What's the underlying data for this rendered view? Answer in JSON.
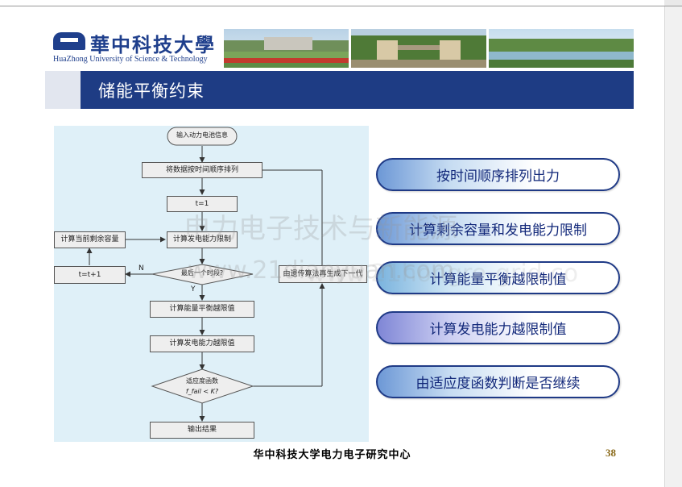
{
  "header": {
    "university_cn": "華中科技大學",
    "university_en": "HuaZhong University of Science & Technology",
    "slide_title": "储能平衡约束"
  },
  "flowchart": {
    "nodes": {
      "input": "输入动力电池信息",
      "sort": "将数据按时间顺序排列",
      "init": "t=1",
      "calc_gen": "计算发电能力限制",
      "calc_remain": "计算当前剩余容量",
      "increment": "t=t+1",
      "last_period": "最后一个时段?",
      "calc_balance": "计算能量平衡越限值",
      "calc_gen_limit": "计算发电能力越限值",
      "fitness": "适应度函数",
      "fitness_cond": "f_fail < K?",
      "genetic": "由遗传算法再生成下一代",
      "output": "输出结果"
    },
    "branch_no": "N",
    "branch_yes": "Y"
  },
  "steps": [
    {
      "label": "按时间顺序排列出力"
    },
    {
      "label": "计算剩余容量和发电能力限制"
    },
    {
      "label": "计算能量平衡越限制值"
    },
    {
      "label": "计算发电能力越限制值"
    },
    {
      "label": "由适应度函数判断是否继续"
    }
  ],
  "watermarks": [
    "电力电子技术与新能源",
    "www.21dianyuan.com",
    "www.21hongre-grid.co"
  ],
  "footer": {
    "text": "华中科技大学电力电子研究中心",
    "page": "38"
  },
  "colors": {
    "title_bar": "#1e3c84",
    "flow_bg": "#dff0f8",
    "pill_border": "#1f3a86",
    "pill_text": "#12287a"
  }
}
